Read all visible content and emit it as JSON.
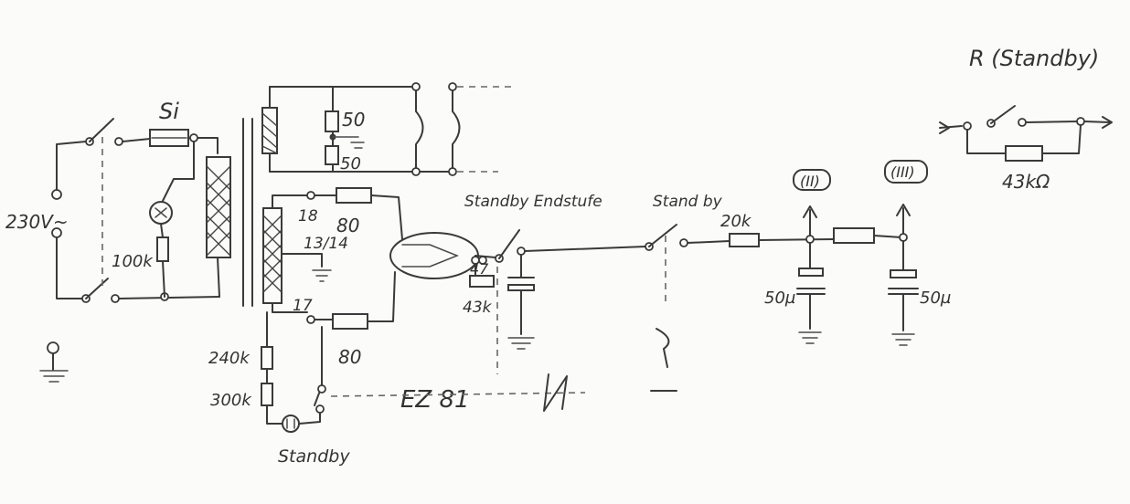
{
  "schematic": {
    "title": "R (Standby)",
    "mains_voltage": "230V~",
    "fuse": "Si",
    "resistors": {
      "r_100k": "100k",
      "r_50_a": "50",
      "r_50_b": "50",
      "r_80_top": "80",
      "r_80_bottom": "80",
      "r_240k": "240k",
      "r_300k": "300k",
      "r_20k": "20k",
      "r_43k_bypass": "43kΩ",
      "r_43k_low": "43k"
    },
    "capacitors": {
      "c_47": "47",
      "c_50u_a": "50µ",
      "c_50u_b": "50µ"
    },
    "winding_taps": {
      "tap_18": "18",
      "tap_13_14": "13/14",
      "tap_17": "17"
    },
    "rectifier_tube": "EZ 81",
    "switch_labels": {
      "standby_endstufe": "Standby Endstufe",
      "standby_mid": "Stand by",
      "standby_bottom": "Standby"
    },
    "outputs": {
      "out_1": "(II)",
      "out_2": "(III)"
    }
  }
}
